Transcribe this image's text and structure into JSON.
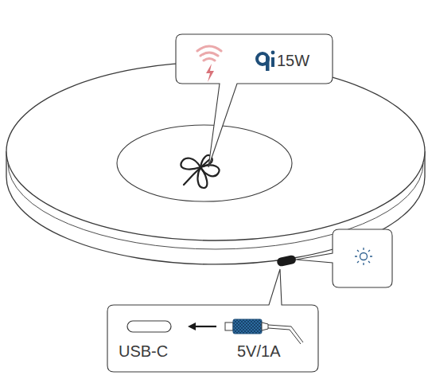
{
  "diagram": {
    "nodes": [
      {
        "text": [
          "15W"
        ]
      },
      {
        "text": [
          "USB-C",
          "5V/1A"
        ]
      }
    ]
  }
}
